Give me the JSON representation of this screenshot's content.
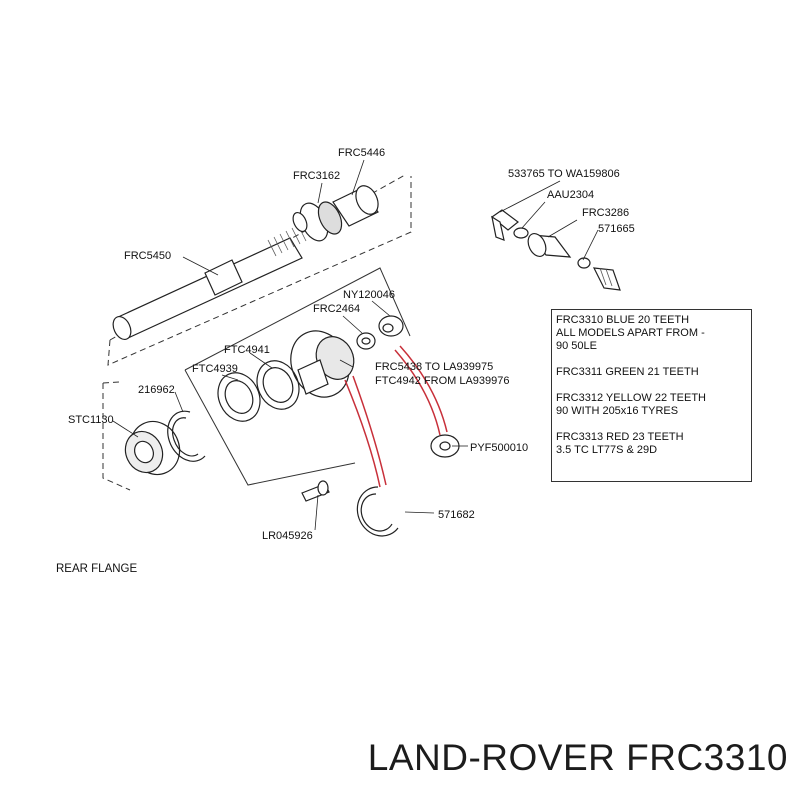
{
  "labels": {
    "frc5446": "FRC5446",
    "frc3162": "FRC3162",
    "frc5450": "FRC5450",
    "n533765": "533765 TO WA159806",
    "aau2304": "AAU2304",
    "frc3286": "FRC3286",
    "n571665": "571665",
    "ny120046": "NY120046",
    "frc2464": "FRC2464",
    "ftc4941": "FTC4941",
    "ftc4939": "FTC4939",
    "frc5438": "FRC5438 TO LA939975",
    "ftc4942": "FTC4942 FROM LA939976",
    "n216962": "216962",
    "stc1130": "STC1130",
    "pyf500010": "PYF500010",
    "lr045926": "LR045926",
    "n571682": "571682"
  },
  "notes": {
    "l1": "FRC3310 BLUE 20 TEETH",
    "l2": "ALL MODELS APART FROM -",
    "l3": "90 50LE",
    "l4": "FRC3311 GREEN 21 TEETH",
    "l5": "FRC3312 YELLOW 22 TEETH",
    "l6": "90 WITH 205x16 TYRES",
    "l7": "FRC3313 RED 23 TEETH",
    "l8": "3.5 TC LT77S & 29D"
  },
  "caption": "REAR FLANGE",
  "brand_title": "LAND-ROVER FRC3310",
  "colors": {
    "line": "#222222",
    "red_loop": "#c8303a",
    "part_fill": "#ffffff",
    "shade": "#9a9a9a"
  }
}
